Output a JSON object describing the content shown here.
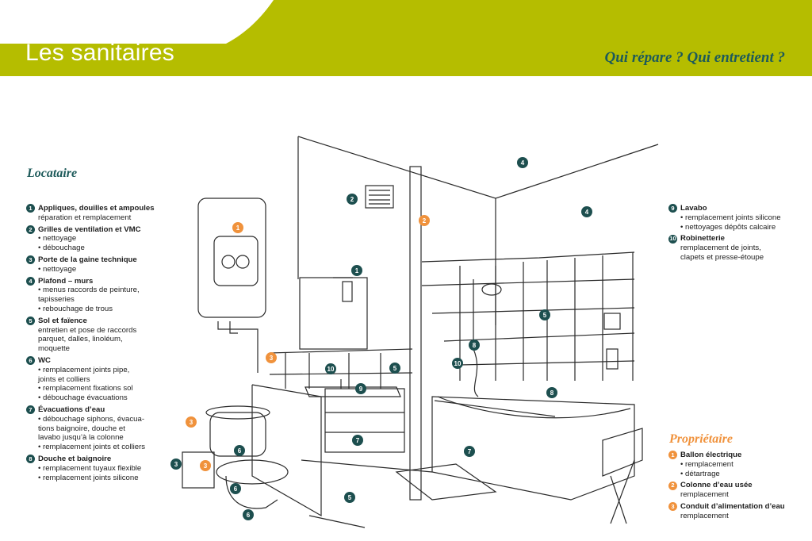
{
  "header": {
    "title": "Les sanitaires",
    "subtitle": "Qui répare ? Qui entretient ?",
    "bg_color": "#b5bd00"
  },
  "locataire": {
    "title": "Locataire",
    "color": "#1d5a5a",
    "items": [
      {
        "num": "1",
        "title": "Appliques, douilles et ampoules",
        "details": [
          "réparation et remplacement"
        ]
      },
      {
        "num": "2",
        "title": "Grilles de ventilation et VMC",
        "details": [
          "• nettoyage",
          "• débouchage"
        ]
      },
      {
        "num": "3",
        "title": "Porte de la gaine technique",
        "details": [
          "• nettoyage"
        ]
      },
      {
        "num": "4",
        "title": "Plafond – murs",
        "details": [
          "• menus raccords de peinture,",
          "tapisseries",
          "• rebouchage de trous"
        ]
      },
      {
        "num": "5",
        "title": "Sol et faïence",
        "details": [
          "entretien et pose de raccords",
          "parquet, dalles, linoléum,",
          "moquette"
        ]
      },
      {
        "num": "6",
        "title": "WC",
        "details": [
          "• remplacement joints pipe,",
          "joints et colliers",
          "• remplacement fixations sol",
          "• débouchage évacuations"
        ]
      },
      {
        "num": "7",
        "title": "Évacuations d’eau",
        "details": [
          "• débouchage siphons, évacua-",
          "tions baignoire, douche et",
          "lavabo jusqu’à la colonne",
          "• remplacement joints et colliers"
        ]
      },
      {
        "num": "8",
        "title": "Douche et baignoire",
        "details": [
          "• remplacement tuyaux flexible",
          "• remplacement joints silicone"
        ]
      }
    ]
  },
  "locataire_right": {
    "items": [
      {
        "num": "9",
        "title": "Lavabo",
        "details": [
          "• remplacement joints silicone",
          "• nettoyages dépôts calcaire"
        ]
      },
      {
        "num": "10",
        "title": "Robinetterie",
        "details": [
          "remplacement de joints,",
          "clapets et presse-étoupe"
        ]
      }
    ]
  },
  "proprietaire": {
    "title": "Propriétaire",
    "color": "#f0923c",
    "items": [
      {
        "num": "1",
        "title": "Ballon électrique",
        "details": [
          "• remplacement",
          "• détartrage"
        ]
      },
      {
        "num": "2",
        "title": "Colonne d’eau usée",
        "details": [
          "remplacement"
        ]
      },
      {
        "num": "3",
        "title": "Conduit d’alimentation d’eau",
        "details": [
          "remplacement"
        ]
      }
    ]
  },
  "illustration_markers": {
    "m4a": "4",
    "m2a": "2",
    "m2b": "2",
    "m4b": "4",
    "m1a": "1",
    "m1b": "1",
    "m5a": "5",
    "m3a": "3",
    "m10a": "10",
    "m5b": "5",
    "m9a": "9",
    "m8a": "8",
    "m10b": "10",
    "m8b": "8",
    "m3b": "3",
    "m7a": "7",
    "m7b": "7",
    "m6a": "6",
    "m3c": "3",
    "m3d": "3",
    "m6b": "6",
    "m6c": "6",
    "m5c": "5"
  }
}
